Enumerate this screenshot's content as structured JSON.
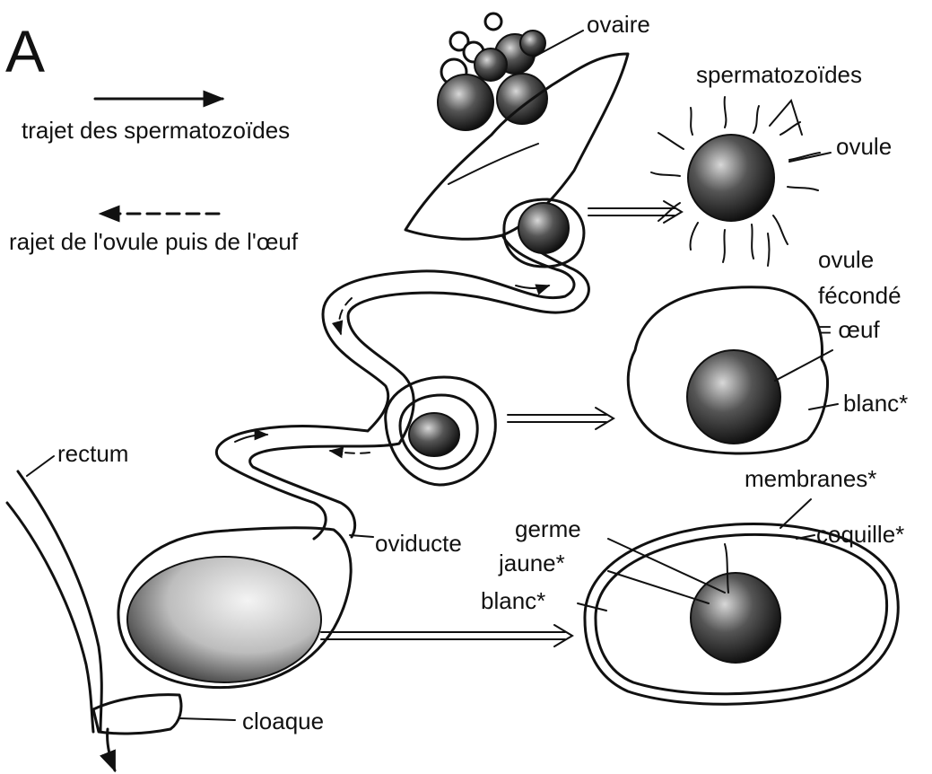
{
  "panel_letter": "A",
  "legend": {
    "sperm_path": "trajet des spermatozoïdes",
    "ovum_path": "rajet de l'ovule puis de l'œuf"
  },
  "labels": {
    "ovaire": "ovaire",
    "spermatozoides": "spermatozoïdes",
    "ovule": "ovule",
    "ovule_fecond_1": "ovule",
    "ovule_fecond_2": "fécondé",
    "ovule_fecond_3": "= œuf",
    "blanc_upper": "blanc*",
    "rectum": "rectum",
    "membranes": "membranes*",
    "coquille": "coquille*",
    "germe": "germe",
    "jaune": "jaune*",
    "blanc_lower": "blanc*",
    "oviducte": "oviducte",
    "cloaque": "cloaque"
  },
  "colors": {
    "ink": "#111111",
    "paper": "#ffffff",
    "shade": "#555555"
  }
}
